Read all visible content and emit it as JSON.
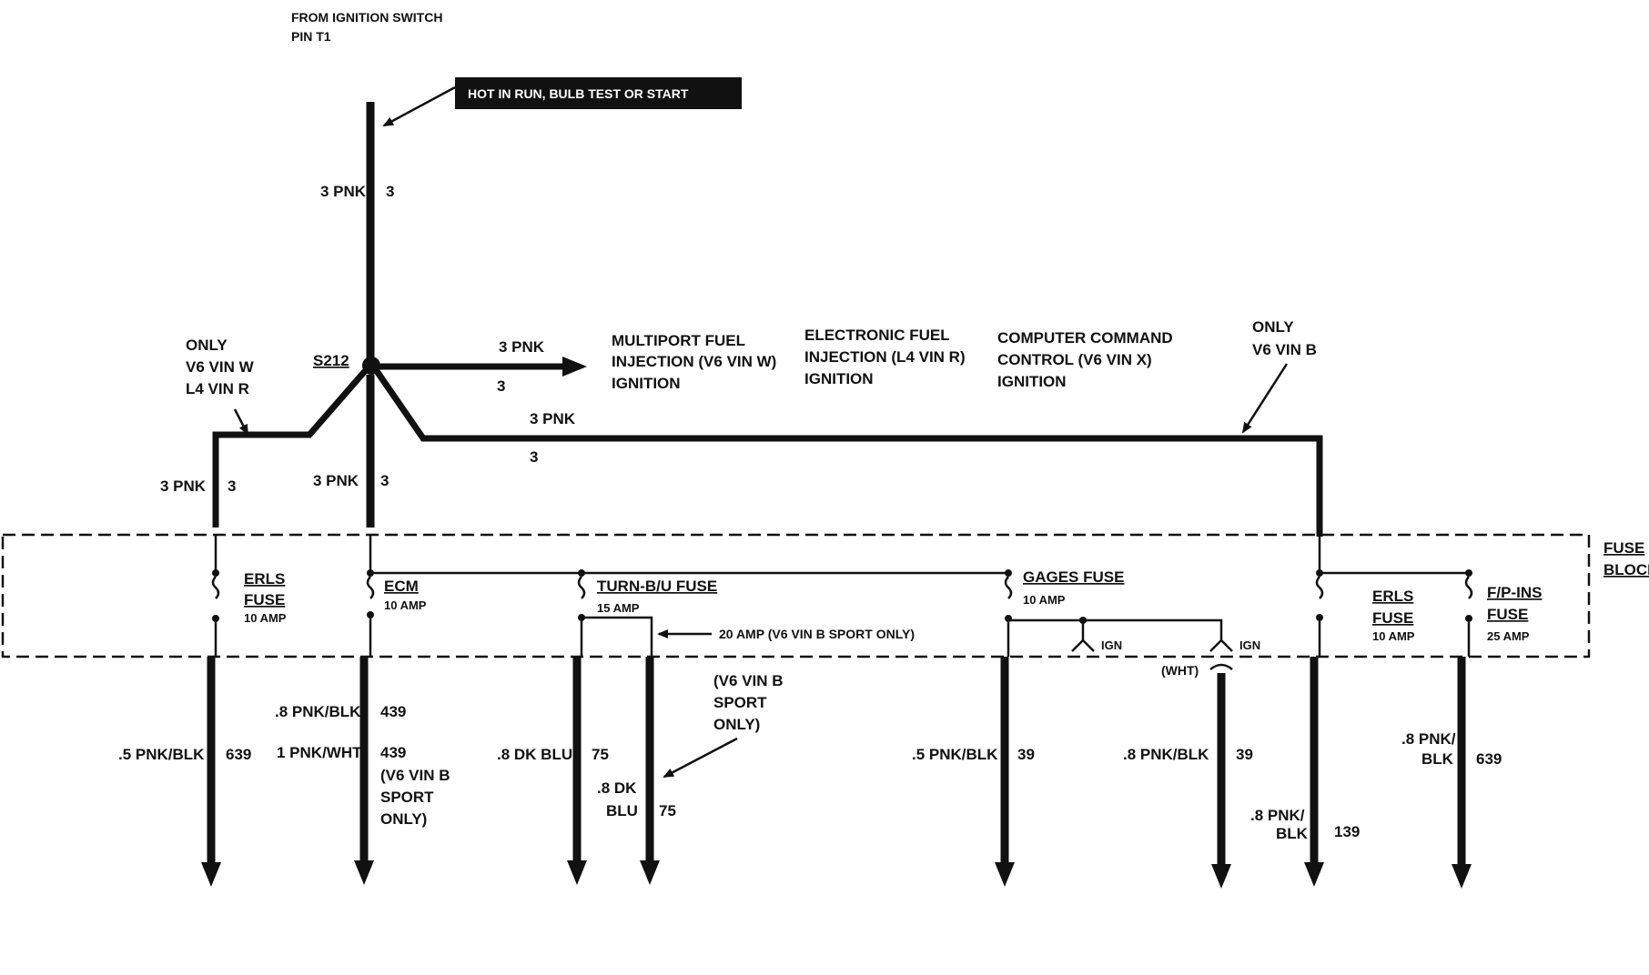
{
  "source": {
    "line1": "FROM IGNITION SWITCH",
    "line2": "PIN T1"
  },
  "hot_label": "HOT IN RUN, BULB TEST OR START",
  "splice": "S212",
  "fuse_block": {
    "line1": "FUSE",
    "line2": "BLOCK"
  },
  "wire_labels": {
    "top_gauge": "3 PNK",
    "top_circuit": "3",
    "branch_right_gauge": "3 PNK",
    "branch_right_circuit": "3",
    "long_gauge": "3 PNK",
    "long_circuit": "3",
    "left_drop_gauge": "3 PNK",
    "left_drop_circuit": "3",
    "center_drop_gauge": "3 PNK",
    "center_drop_circuit": "3"
  },
  "notes": {
    "only_left": [
      "ONLY",
      "V6 VIN W",
      "L4 VIN R"
    ],
    "only_right": [
      "ONLY",
      "V6 VIN B"
    ],
    "multiport": [
      "MULTIPORT FUEL",
      "INJECTION (V6 VIN W)",
      "IGNITION"
    ],
    "electronic": [
      "ELECTRONIC FUEL",
      "INJECTION (L4 VIN R)",
      "IGNITION"
    ],
    "computer": [
      "COMPUTER COMMAND",
      "CONTROL (V6 VIN X)",
      "IGNITION"
    ],
    "twenty_amp": "20 AMP (V6 VIN B SPORT ONLY)",
    "sport_note": [
      "(V6 VIN B",
      "SPORT",
      "ONLY)"
    ]
  },
  "fuses": [
    {
      "name1": "ERLS",
      "name2": "FUSE",
      "rating": "10 AMP"
    },
    {
      "name1": "ECM",
      "name2": "",
      "rating": "10 AMP"
    },
    {
      "name1": "TURN-B/U FUSE",
      "name2": "",
      "rating": "15 AMP"
    },
    {
      "name1": "GAGES FUSE",
      "name2": "",
      "rating": "10 AMP"
    },
    {
      "name1": "ERLS",
      "name2": "FUSE",
      "rating": "10 AMP"
    },
    {
      "name1": "F/P-INS",
      "name2": "FUSE",
      "rating": "25 AMP"
    }
  ],
  "ign_label": "IGN",
  "wht_label": "(WHT)",
  "outputs": {
    "o1": {
      "gauge": ".5 PNK/BLK",
      "circuit": "639"
    },
    "o2a": {
      "gauge": ".8 PNK/BLK",
      "circuit": "439"
    },
    "o2b": {
      "gauge": "1 PNK/WHT",
      "circuit": "439"
    },
    "o2b_note": [
      "(V6 VIN B",
      "SPORT",
      "ONLY)"
    ],
    "o3": {
      "gauge": ".8 DK BLU",
      "circuit": "75"
    },
    "o4": {
      "gauge1": ".8 DK",
      "gauge2": "BLU",
      "circuit": "75"
    },
    "o5": {
      "gauge": ".5 PNK/BLK",
      "circuit": "39"
    },
    "o6": {
      "gauge": ".8 PNK/BLK",
      "circuit": "39"
    },
    "o7": {
      "gauge1": ".8 PNK/",
      "gauge2": "BLK",
      "circuit": "139"
    },
    "o8": {
      "gauge1": ".8 PNK/",
      "gauge2": "BLK",
      "circuit": "639"
    }
  }
}
